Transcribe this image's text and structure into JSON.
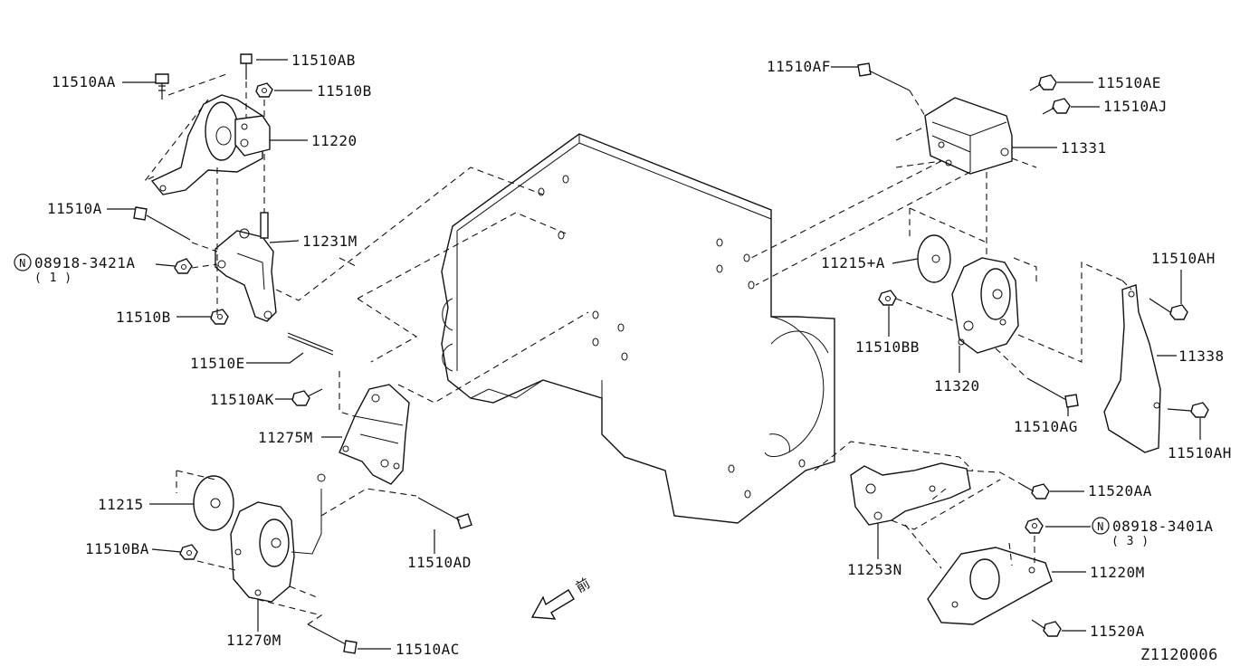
{
  "diagram_id": "Z1120006",
  "front_mark": "前",
  "labels": {
    "p11510AA": "11510AA",
    "p11510AB": "11510AB",
    "p11510B_top": "11510B",
    "p11220": "11220",
    "p11510A": "11510A",
    "p11231M": "11231M",
    "n08918_3421A": "08918-3421A",
    "n08918_3421A_qty": "( 1 )",
    "p11510B_bottom": "11510B",
    "p11510E": "11510E",
    "p11510AK": "11510AK",
    "p11275M": "11275M",
    "p11215": "11215",
    "p11510BA": "11510BA",
    "p11270M": "11270M",
    "p11510AC": "11510AC",
    "p11510AD": "11510AD",
    "p11510AF": "11510AF",
    "p11510AE": "11510AE",
    "p11510AJ": "11510AJ",
    "p11331": "11331",
    "p11215A": "11215+A",
    "p11510BB": "11510BB",
    "p11320": "11320",
    "p11510AG": "11510AG",
    "p11510AH_top": "11510AH",
    "p11338": "11338",
    "p11510AH_bottom": "11510AH",
    "p11520AA": "11520AA",
    "n08918_3401A": "08918-3401A",
    "n08918_3401A_qty": "( 3 )",
    "p11220M": "11220M",
    "p11253N": "11253N",
    "p11520A": "11520A"
  },
  "nut_symbol": "N"
}
